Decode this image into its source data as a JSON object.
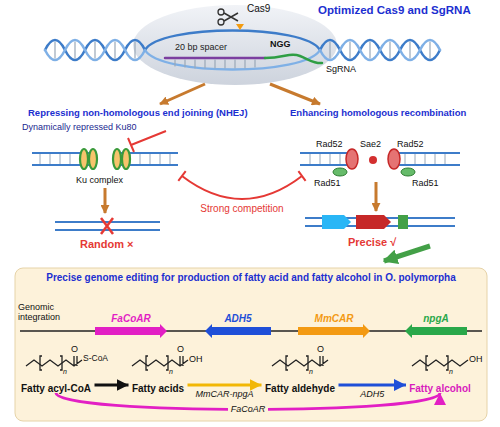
{
  "diagram": {
    "nodes": [
      {
        "text": [
          "Precise genome editing for production of fatty acid and fatty alcohol in O. polymorpha"
        ]
      },
      {
        "text": [
          "FaCoAR"
        ],
        "in": 0
      },
      {
        "text": [
          "ADH5"
        ],
        "in": 0
      },
      {
        "text": [
          "MmCAR"
        ],
        "in": 0
      },
      {
        "text": [
          "npgA"
        ],
        "in": 0
      },
      {
        "text": [
          "Fatty acyl-CoA"
        ],
        "in": 0
      },
      {
        "text": [
          "Fatty acids"
        ],
        "in": 0
      },
      {
        "text": [
          "Fatty aldehyde"
        ],
        "in": 0
      },
      {
        "text": [
          "Fatty alcohol"
        ],
        "in": 0
      }
    ],
    "edges": [
      {
        "from": 5,
        "to": 6,
        "arrow": "to"
      },
      {
        "from": 6,
        "to": 7,
        "label": "MmCAR-npgA",
        "arrow": "to"
      },
      {
        "from": 7,
        "to": 8,
        "label": "ADH5",
        "arrow": "to"
      },
      {
        "from": 5,
        "to": 8,
        "label": "FaCoAR",
        "arrow": "to"
      }
    ],
    "labels": [
      "Cas9",
      "Optimized Cas9 and SgRNA",
      "20 bp spacer",
      "NGG",
      "SgRNA",
      "Repressing non-homologous end joining (NHEJ)",
      "Enhancing homologous recombination",
      "Dynamically repressed Ku80",
      "Ku complex",
      "Rad52",
      "Sae2",
      "Rad52",
      "Rad51",
      "Rad51",
      "Strong competition",
      "Random ×",
      "Precise √",
      "Genomic integration",
      "O",
      "S-CoA",
      "n",
      "O",
      "OH",
      "n",
      "O",
      "n",
      "OH",
      "n"
    ]
  }
}
